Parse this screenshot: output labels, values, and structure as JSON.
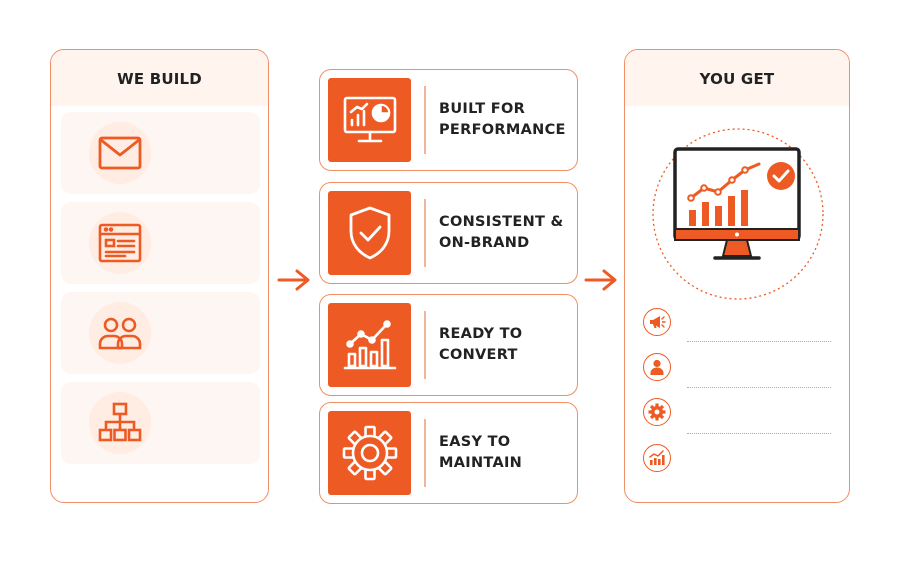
{
  "left_panel": {
    "title": "WE BUILD",
    "items": [
      {
        "icon": "envelope-icon"
      },
      {
        "icon": "browser-window-icon"
      },
      {
        "icon": "users-group-icon"
      },
      {
        "icon": "sitemap-icon"
      }
    ]
  },
  "features": [
    {
      "line1": "BUILT FOR",
      "line2": "PERFORMANCE",
      "icon": "monitor-analytics-icon"
    },
    {
      "line1": "CONSISTENT &",
      "line2": "ON-BRAND",
      "icon": "shield-check-icon"
    },
    {
      "line1": "READY TO",
      "line2": "CONVERT",
      "icon": "growth-chart-icon"
    },
    {
      "line1": "EASY TO",
      "line2": "MAINTAIN",
      "icon": "gear-icon"
    }
  ],
  "right_panel": {
    "title": "YOU GET",
    "hero_icon": "monitor-growth-check-icon",
    "bullets": [
      {
        "icon": "megaphone-icon"
      },
      {
        "icon": "user-icon"
      },
      {
        "icon": "gear-icon"
      },
      {
        "icon": "chart-icon"
      }
    ]
  },
  "colors": {
    "accent": "#ee5a24",
    "border": "#ef8f66",
    "tint": "#fff4ee",
    "text": "#222222"
  }
}
